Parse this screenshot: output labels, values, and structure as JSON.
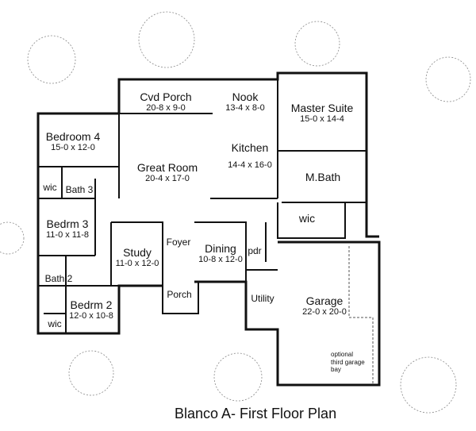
{
  "title": "Blanco A- First Floor Plan",
  "rooms": {
    "cvd_porch": {
      "name": "Cvd Porch",
      "dims": "20-8 x 9-0"
    },
    "nook": {
      "name": "Nook",
      "dims": "13-4 x 8-0"
    },
    "master_suite": {
      "name": "Master Suite",
      "dims": "15-0 x 14-4"
    },
    "bedroom4": {
      "name": "Bedroom 4",
      "dims": "15-0 x 12-0"
    },
    "kitchen": {
      "name": "Kitchen",
      "dims": "14-4 x 16-0"
    },
    "great_room": {
      "name": "Great Room",
      "dims": "20-4 x 17-0"
    },
    "m_bath": {
      "name": "M.Bath"
    },
    "wic_left": {
      "name": "wic"
    },
    "bath3": {
      "name": "Bath 3"
    },
    "bedrm3": {
      "name": "Bedrm 3",
      "dims": "11-0 x 11-8"
    },
    "wic_master": {
      "name": "wic"
    },
    "study": {
      "name": "Study",
      "dims": "11-0 x 12-0"
    },
    "foyer": {
      "name": "Foyer"
    },
    "dining": {
      "name": "Dining",
      "dims": "10-8 x 12-0"
    },
    "pdr": {
      "name": "pdr"
    },
    "bath2": {
      "name": "Bath 2"
    },
    "bedrm2": {
      "name": "Bedrm 2",
      "dims": "12-0 x 10-8"
    },
    "wic_bottom": {
      "name": "wic"
    },
    "porch": {
      "name": "Porch"
    },
    "utility": {
      "name": "Utility"
    },
    "garage": {
      "name": "Garage",
      "dims": "22-0 x 20-0"
    },
    "optional_bay": {
      "line1": "optional",
      "line2": "third garage",
      "line3": "bay"
    }
  }
}
